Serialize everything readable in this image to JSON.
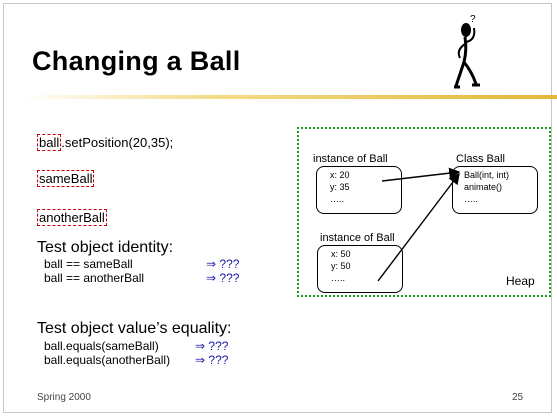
{
  "slide": {
    "title": "Changing a Ball",
    "code": {
      "line1_part1": "ball",
      "line1_part2": ".setPosition(20,35);",
      "same_ball": "sameBall",
      "another_ball": "anotherBall"
    },
    "identity": {
      "heading": "Test object identity:",
      "rows": [
        {
          "expr": "ball == sameBall",
          "result": "⇒ ???"
        },
        {
          "expr": "ball == anotherBall",
          "result": "⇒ ???"
        }
      ]
    },
    "equality": {
      "heading": "Test object value’s equality:",
      "rows": [
        {
          "expr": "ball.equals(sameBall)",
          "result": "⇒ ???"
        },
        {
          "expr": "ball.equals(anotherBall)",
          "result": "⇒ ???"
        }
      ]
    },
    "diagram": {
      "instance1": {
        "label": "instance of Ball",
        "lines": [
          "x: 20",
          "y: 35",
          "….."
        ]
      },
      "class": {
        "label": "Class Ball",
        "lines": [
          "Ball(int, int)",
          "animate()",
          "….."
        ]
      },
      "instance2": {
        "label": "instance of Ball",
        "lines": [
          "x: 50",
          "y: 50",
          "….."
        ]
      },
      "heap_label": "Heap"
    },
    "footer": {
      "left": "Spring 2000",
      "right": "25"
    },
    "colors": {
      "heap_border": "#1a9a1a",
      "dash_box": "#cc0000",
      "result_text": "#1a1aa8",
      "underline": "#e8c84a"
    }
  }
}
